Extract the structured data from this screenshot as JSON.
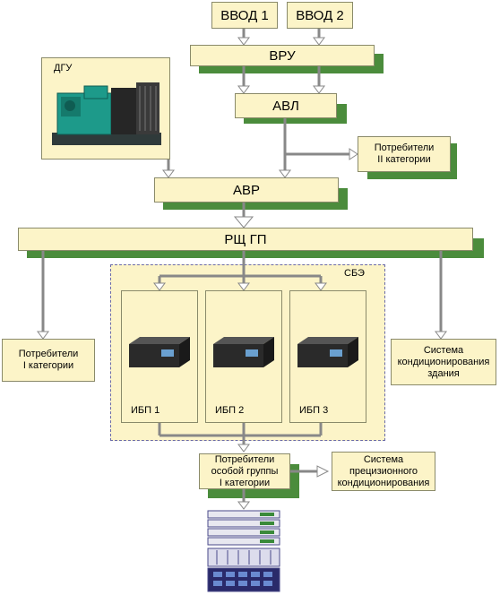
{
  "inputs": {
    "in1": "ВВОД 1",
    "in2": "ВВОД 2"
  },
  "vru": "ВРУ",
  "dgu": {
    "label": "ДГУ",
    "image": "diesel-generator-icon"
  },
  "avl": "АВЛ",
  "cons2": {
    "line1": "Потребители",
    "line2": "II категории"
  },
  "avr": "АВР",
  "rsh": "РЩ ГП",
  "cons1": {
    "line1": "Потребители",
    "line2": "I категории"
  },
  "sbe": "СБЭ",
  "ups": [
    {
      "label": "ИБП 1",
      "image": "ups-rack-icon"
    },
    {
      "label": "ИБП 2",
      "image": "ups-rack-icon"
    },
    {
      "label": "ИБП 3",
      "image": "ups-rack-icon"
    }
  ],
  "hvac_building": {
    "line1": "Система",
    "line2": "кондиционирования",
    "line3": "здания"
  },
  "special": {
    "line1": "Потребители",
    "line2": "особой группы",
    "line3": "I категории"
  },
  "precision": {
    "line1": "Система",
    "line2": "прецизионного",
    "line3": "кондиционирования"
  },
  "server": {
    "image": "server-rack-icon"
  },
  "colors": {
    "box_fill": "#fcf4c8",
    "shadow": "#4b8c3c",
    "arrow_fill": "#ffffff",
    "arrow_stroke": "#888888",
    "sbe_fill": "#fcf4c8"
  }
}
